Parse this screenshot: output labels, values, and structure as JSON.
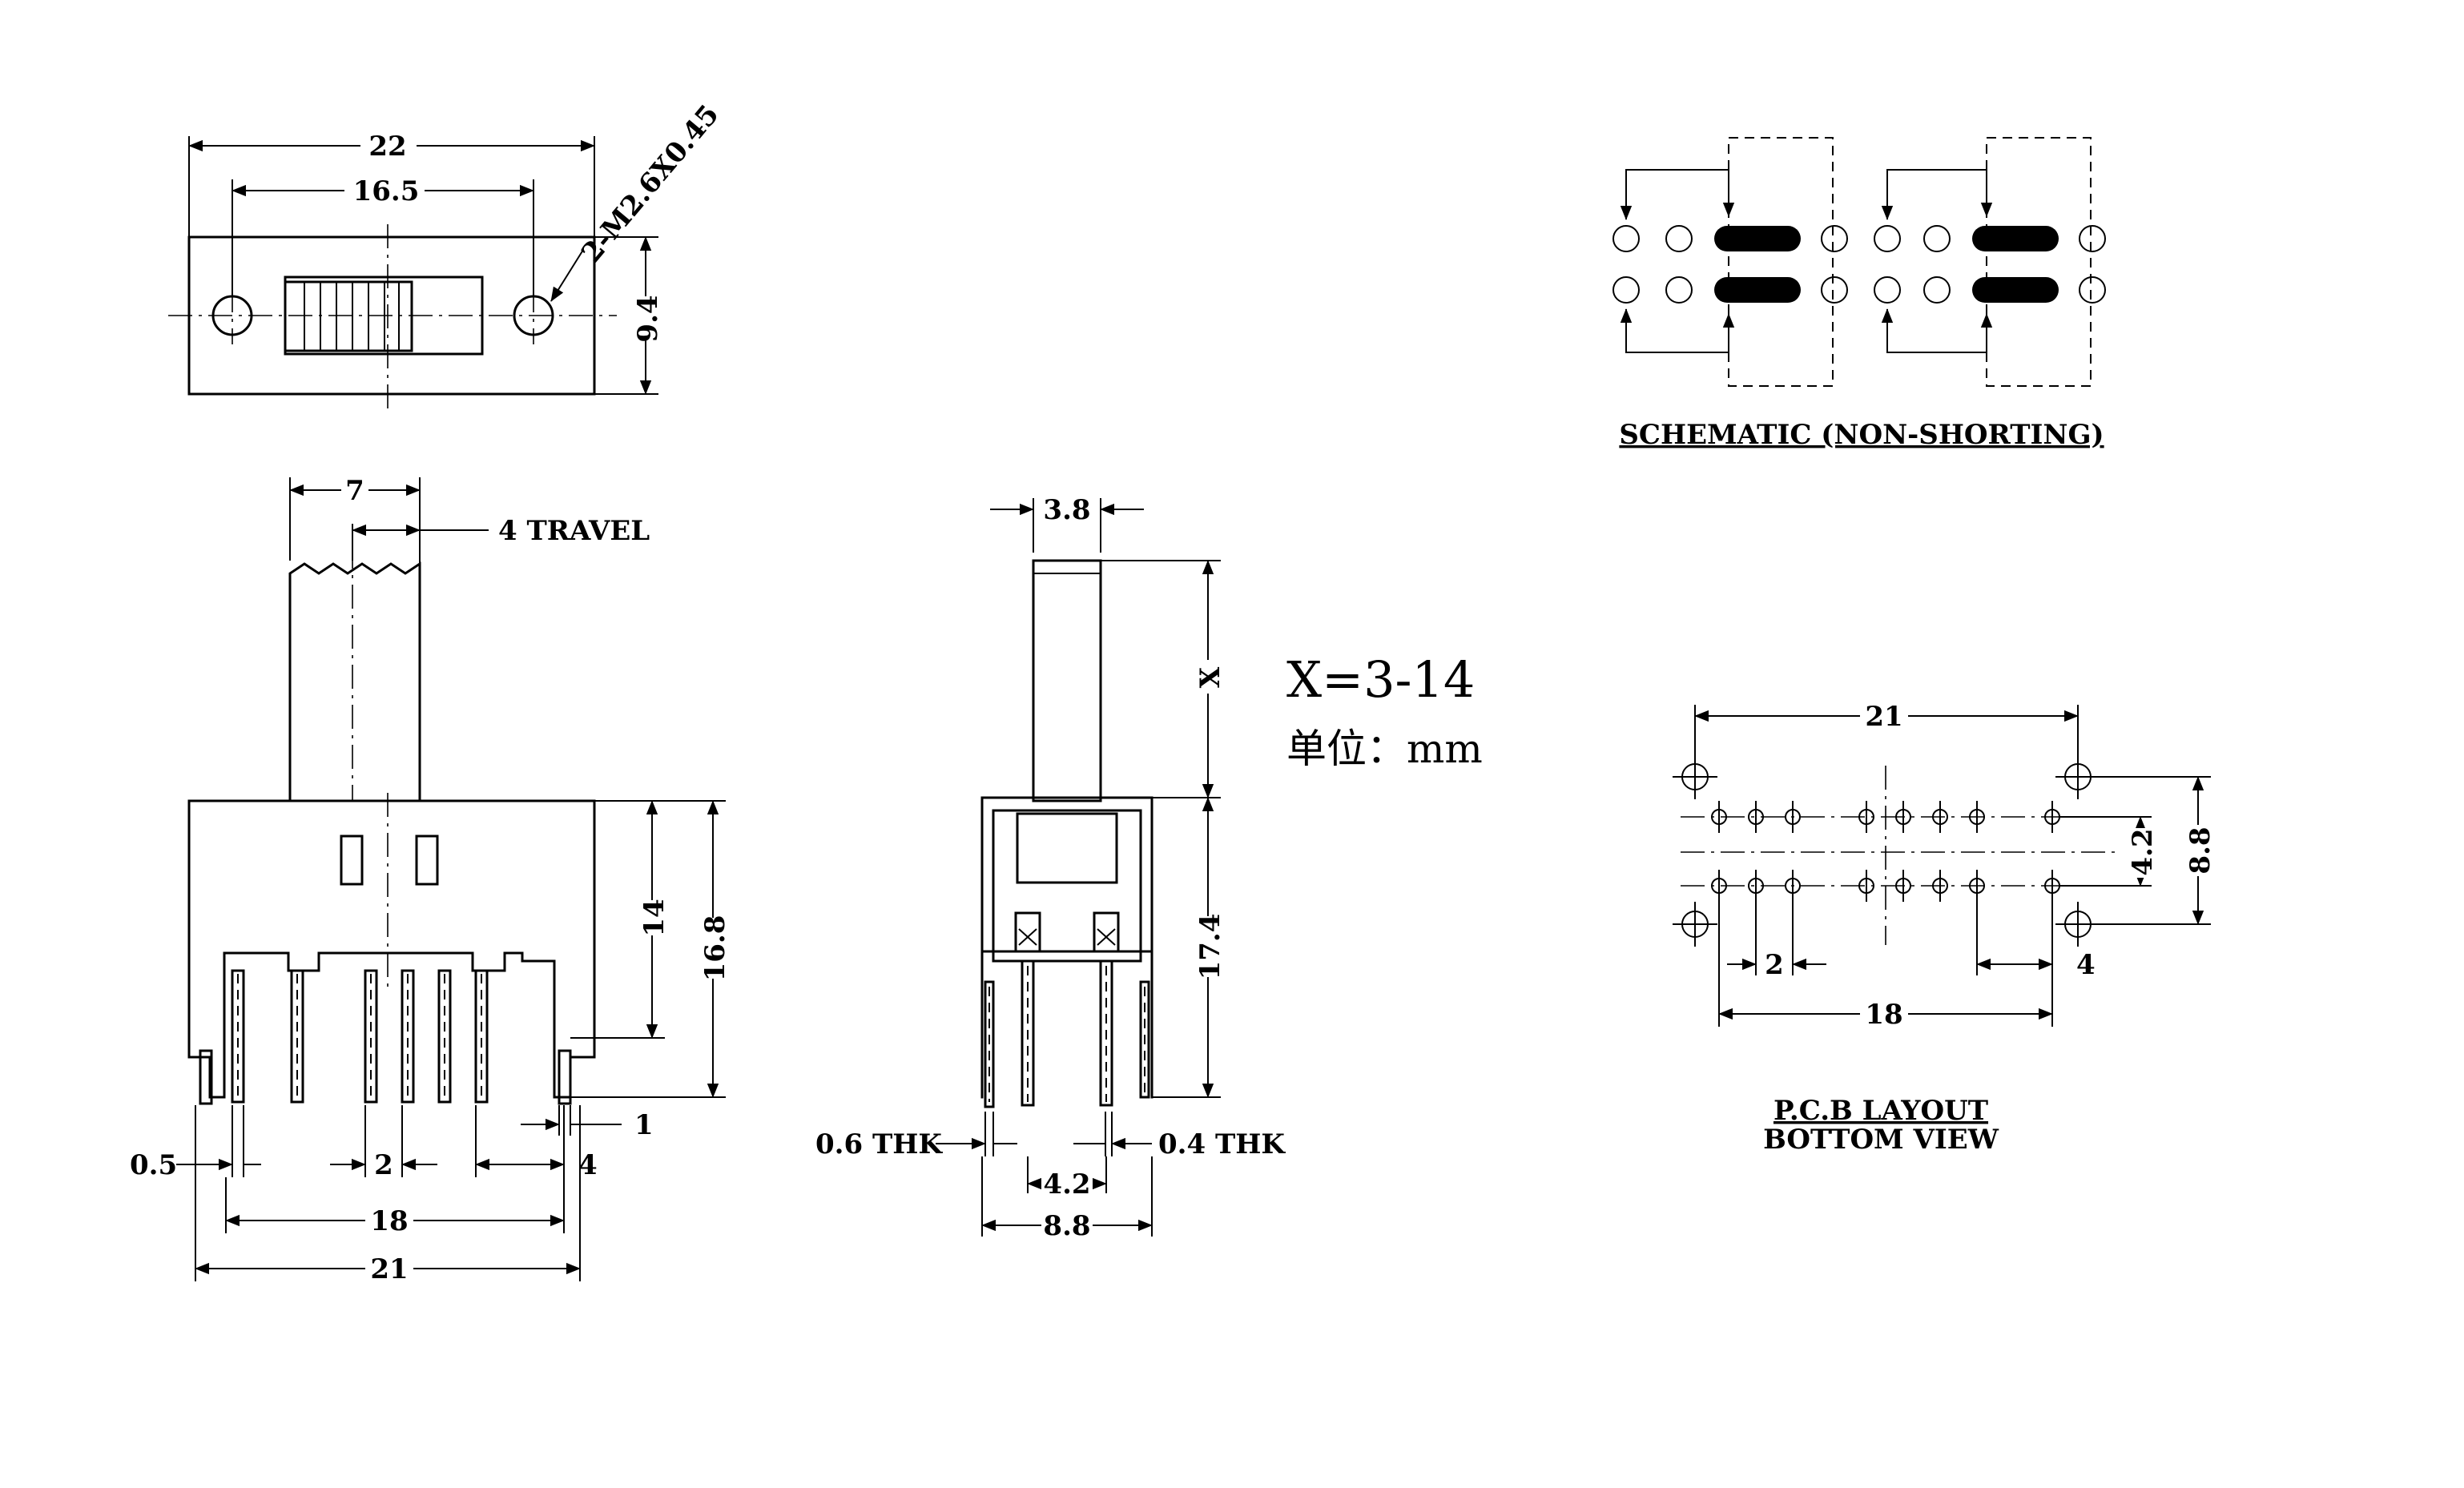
{
  "colors": {
    "ink": "#000000",
    "paper": "#ffffff"
  },
  "top_view": {
    "overall_width": "22",
    "hole_pitch": "16.5",
    "hole_spec": "2-M2.6X0.45",
    "height": "9.4"
  },
  "front_view": {
    "actuator_width": "7",
    "travel": "4 TRAVEL",
    "body_height": "14",
    "total_height": "16.8",
    "pin_offset": "1",
    "pin_width": "0.5",
    "pin_pitch": "2",
    "tab_dim": "4",
    "pin_span": "18",
    "overall": "21"
  },
  "side_view": {
    "actuator_width": "3.8",
    "actuator_length": "X",
    "height": "17.4",
    "tab_thk": "0.6 THK",
    "pin_thk": "0.4 THK",
    "row_pitch": "4.2",
    "overall": "8.8"
  },
  "note": {
    "x_range": "X=3-14",
    "unit": "单位：mm"
  },
  "schematic": {
    "caption": "SCHEMATIC (NON-SHORTING)"
  },
  "pcb": {
    "width": "21",
    "row_pitch": "4.2",
    "mount_pitch": "8.8",
    "pin_pitch": "2",
    "edge": "4",
    "span": "18",
    "caption_line1": "P.C.B LAYOUT",
    "caption_line2": "BOTTOM VIEW"
  }
}
